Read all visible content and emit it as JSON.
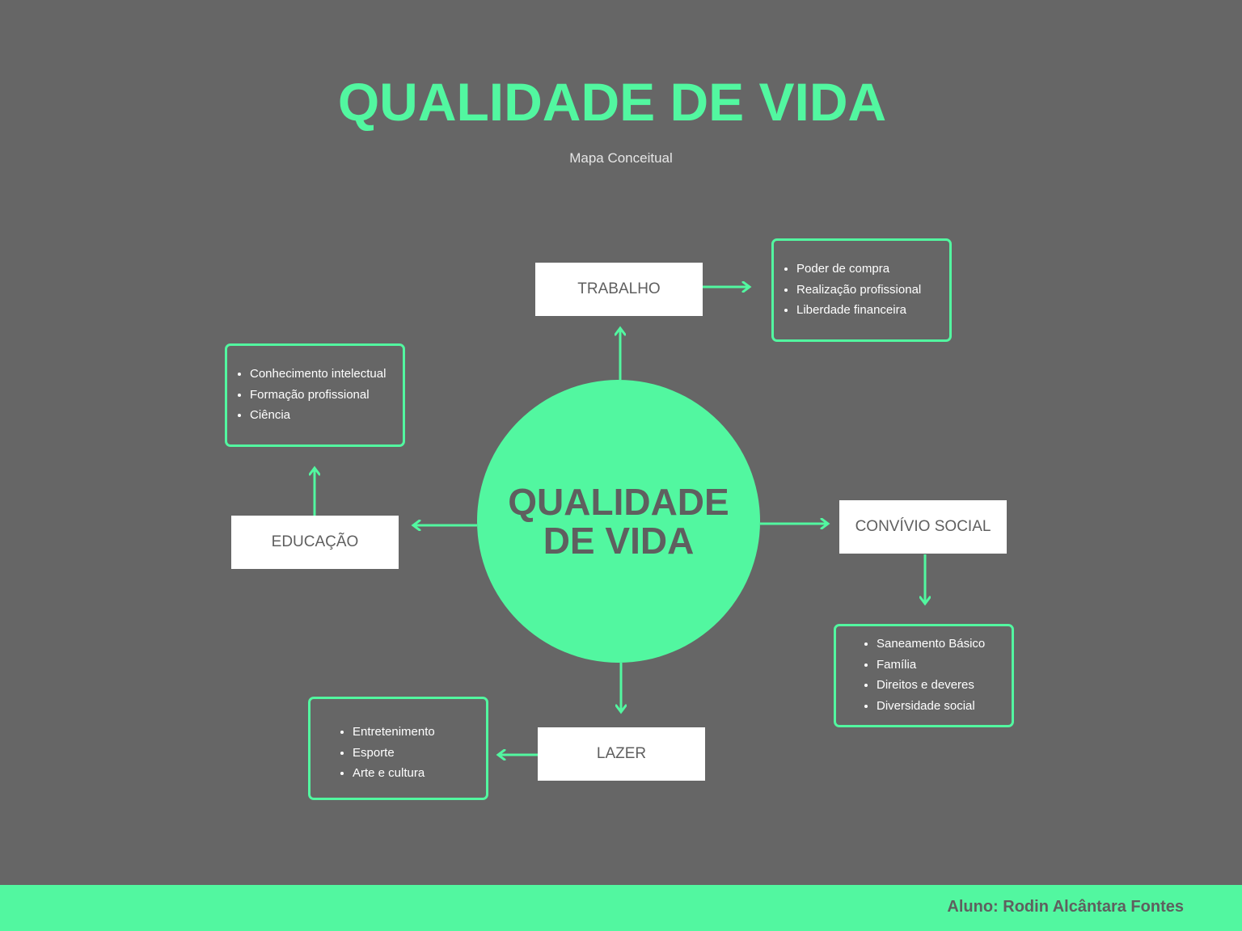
{
  "title": "QUALIDADE DE VIDA",
  "subtitle": "Mapa Conceitual",
  "center": {
    "line1": "QUALIDADE",
    "line2": "DE VIDA"
  },
  "nodes": {
    "trabalho": {
      "label": "TRABALHO",
      "items": [
        "Poder de compra",
        "Realização profissional",
        "Liberdade financeira"
      ]
    },
    "educacao": {
      "label": "EDUCAÇÃO",
      "items": [
        "Conhecimento intelectual",
        "Formação profissional",
        "Ciência"
      ]
    },
    "convivio": {
      "label": "CONVÍVIO SOCIAL",
      "items": [
        "Saneamento Básico",
        "Família",
        "Direitos e deveres",
        "Diversidade social"
      ]
    },
    "lazer": {
      "label": "LAZER",
      "items": [
        "Entretenimento",
        "Esporte",
        "Arte e cultura"
      ]
    }
  },
  "footer": {
    "author": "Aluno: Rodin Alcântara Fontes"
  },
  "colors": {
    "background": "#666666",
    "accent": "#52f7a0",
    "text_dark": "#5f5f5f"
  }
}
